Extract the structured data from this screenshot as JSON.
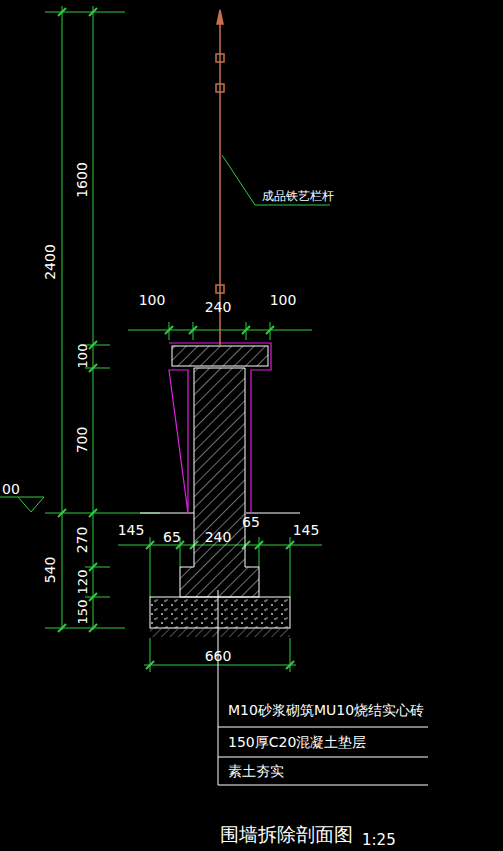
{
  "diagram": {
    "title": "围墙拆除剖面图",
    "labels": [
      "2400",
      "1600",
      "100",
      "700",
      "00",
      "540",
      "270",
      "120",
      "150",
      "100",
      "240",
      "100",
      "145",
      "65",
      "240",
      "65",
      "145",
      "660",
      "成品铁艺栏杆",
      "M10砂浆砌筑MU10烧结实心砖",
      "150厚C20混凝土垫层",
      "素土夯实",
      "1:25"
    ]
  }
}
